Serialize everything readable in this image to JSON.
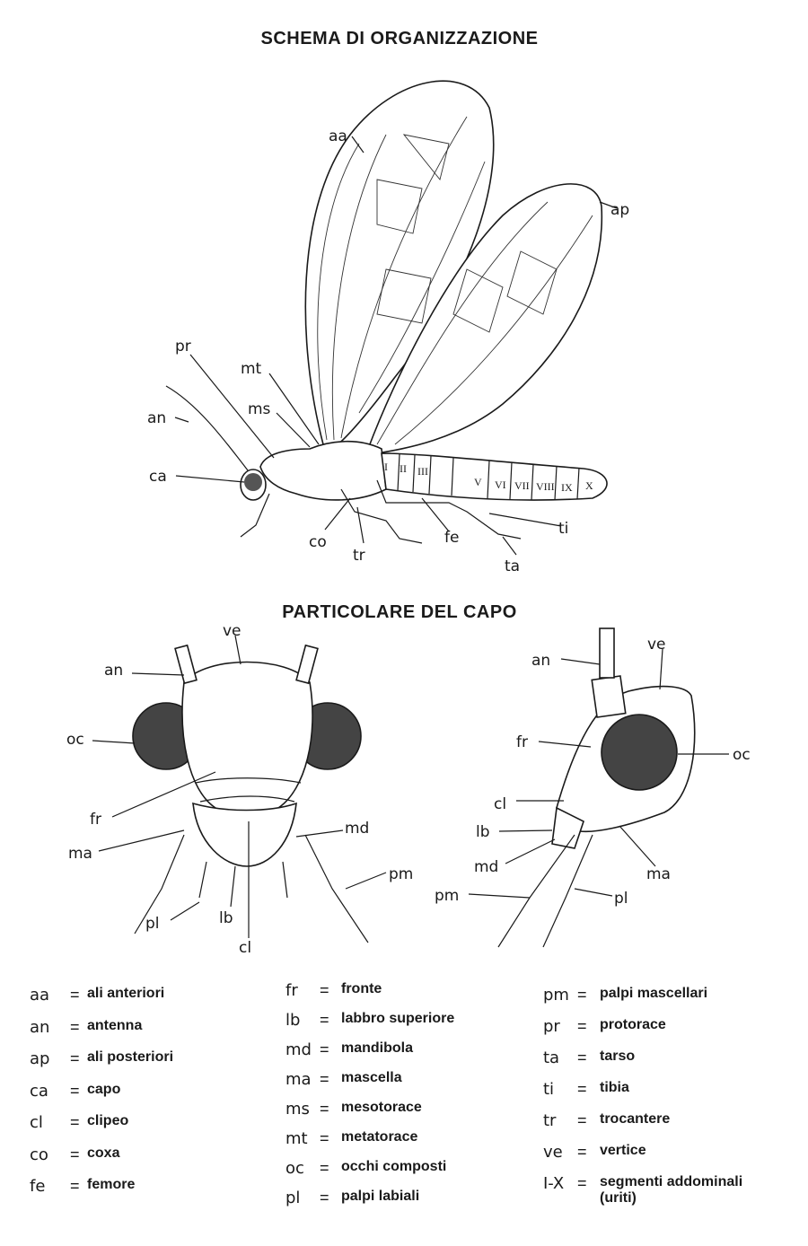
{
  "titles": {
    "main": "SCHEMA DI ORGANIZZAZIONE",
    "head": "PARTICOLARE DEL CAPO"
  },
  "body_labels": {
    "aa": "aa",
    "ap": "ap",
    "pr": "pr",
    "mt": "mt",
    "ms": "ms",
    "an": "an",
    "ca": "ca",
    "co": "co",
    "tr": "tr",
    "fe": "fe",
    "ti": "ti",
    "ta": "ta"
  },
  "segments": [
    "I",
    "II",
    "III",
    "V",
    "VI",
    "VII",
    "VIII",
    "IX",
    "X"
  ],
  "head_front_labels": {
    "ve": "ve",
    "an": "an",
    "oc": "oc",
    "fr": "fr",
    "ma": "ma",
    "md": "md",
    "pm": "pm",
    "pl": "pl",
    "lb": "lb",
    "cl": "cl"
  },
  "head_side_labels": {
    "an": "an",
    "ve": "ve",
    "fr": "fr",
    "oc": "oc",
    "cl": "cl",
    "lb": "lb",
    "md": "md",
    "ma": "ma",
    "pm": "pm",
    "pl": "pl"
  },
  "legend": {
    "columns": [
      [
        {
          "code": "aa",
          "eq": "=",
          "desc": "ali anteriori"
        },
        {
          "code": "an",
          "eq": "=",
          "desc": "antenna"
        },
        {
          "code": "ap",
          "eq": "=",
          "desc": "ali posteriori"
        },
        {
          "code": "ca",
          "eq": "=",
          "desc": "capo"
        },
        {
          "code": "cl",
          "eq": "=",
          "desc": "clipeo"
        },
        {
          "code": "co",
          "eq": "=",
          "desc": "coxa"
        },
        {
          "code": "fe",
          "eq": "=",
          "desc": "femore"
        }
      ],
      [
        {
          "code": "fr",
          "eq": "=",
          "desc": "fronte"
        },
        {
          "code": "lb",
          "eq": "=",
          "desc": "labbro superiore"
        },
        {
          "code": "md",
          "eq": "=",
          "desc": "mandibola"
        },
        {
          "code": "ma",
          "eq": "=",
          "desc": "mascella"
        },
        {
          "code": "ms",
          "eq": "=",
          "desc": "mesotorace"
        },
        {
          "code": "mt",
          "eq": "=",
          "desc": "metatorace"
        },
        {
          "code": "oc",
          "eq": "=",
          "desc": "occhi composti"
        },
        {
          "code": "pl",
          "eq": "=",
          "desc": "palpi labiali"
        }
      ],
      [
        {
          "code": "pm",
          "eq": "=",
          "desc": "palpi mascellari"
        },
        {
          "code": "pr",
          "eq": "=",
          "desc": "protorace"
        },
        {
          "code": "ta",
          "eq": "=",
          "desc": "tarso"
        },
        {
          "code": "ti",
          "eq": "=",
          "desc": "tibia"
        },
        {
          "code": "tr",
          "eq": "=",
          "desc": "trocantere"
        },
        {
          "code": "ve",
          "eq": "=",
          "desc": "vertice"
        },
        {
          "code": "I-X",
          "eq": "=",
          "desc": "segmenti addominali",
          "desc2": "(uriti)"
        }
      ]
    ]
  }
}
